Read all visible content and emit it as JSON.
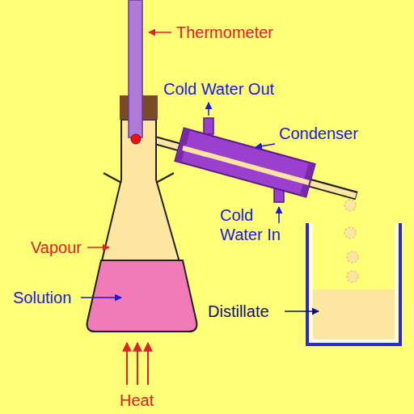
{
  "diagram": {
    "labels": [
      "Thermometer",
      "Cold Water Out",
      "Condenser",
      "Cold Water In",
      "Vapour",
      "Solution",
      "Distillate",
      "Heat"
    ]
  }
}
